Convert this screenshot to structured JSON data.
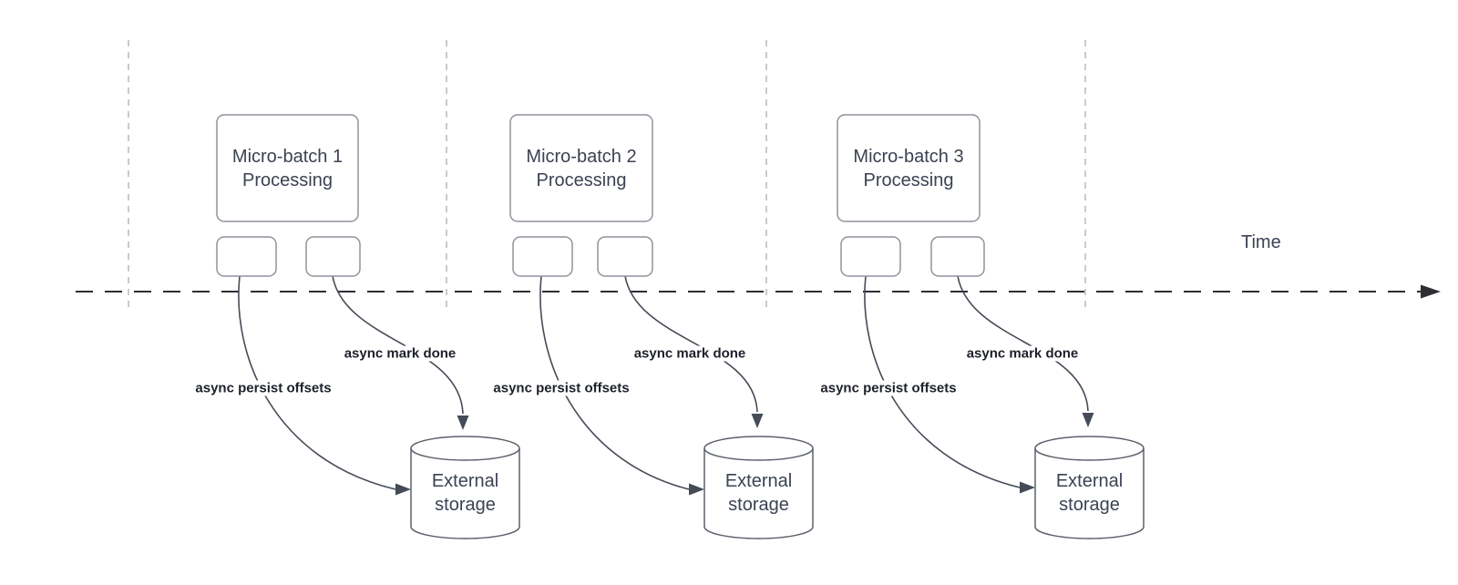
{
  "time_axis": {
    "label": "Time"
  },
  "batches": [
    {
      "title_line1": "Micro-batch 1",
      "title_line2": "Processing",
      "persist_label": "async persist offsets",
      "mark_done_label": "async mark done",
      "storage_line1": "External",
      "storage_line2": "storage"
    },
    {
      "title_line1": "Micro-batch 2",
      "title_line2": "Processing",
      "persist_label": "async persist offsets",
      "mark_done_label": "async mark done",
      "storage_line1": "External",
      "storage_line2": "storage"
    },
    {
      "title_line1": "Micro-batch 3",
      "title_line2": "Processing",
      "persist_label": "async persist offsets",
      "mark_done_label": "async mark done",
      "storage_line1": "External",
      "storage_line2": "storage"
    }
  ],
  "colors": {
    "background": "#ffffff",
    "guide_line": "#b4b4b8",
    "time_axis": "#2e2e33",
    "shape_border": "#8e939b",
    "cylinder_border": "#5c616c",
    "shape_text": "#3b4252",
    "connector": "#454b57",
    "connector_label_text": "#1d202a"
  }
}
